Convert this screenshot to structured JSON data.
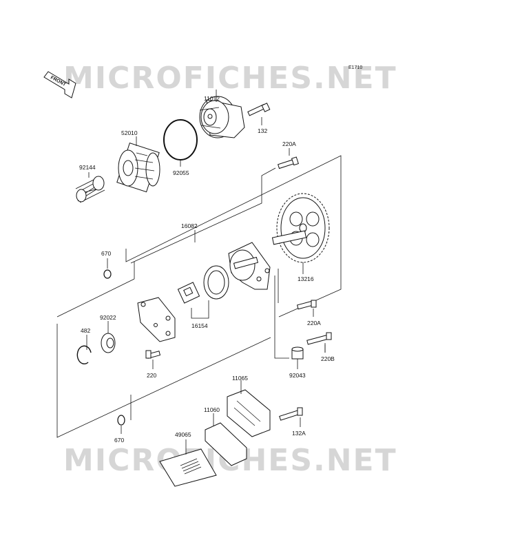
{
  "diagram_code": "E1710",
  "front_label": "FRONT",
  "watermark_text": "MICROFICHES.NET",
  "parts": [
    {
      "id": "11012"
    },
    {
      "id": "132"
    },
    {
      "id": "52010"
    },
    {
      "id": "92055"
    },
    {
      "id": "92144"
    },
    {
      "id": "220A"
    },
    {
      "id": "16082"
    },
    {
      "id": "670"
    },
    {
      "id": "13216"
    },
    {
      "id": "16154"
    },
    {
      "id": "92022"
    },
    {
      "id": "482"
    },
    {
      "id": "220"
    },
    {
      "id": "220A"
    },
    {
      "id": "220B"
    },
    {
      "id": "92043"
    },
    {
      "id": "11065"
    },
    {
      "id": "11060"
    },
    {
      "id": "132A"
    },
    {
      "id": "49065"
    },
    {
      "id": "670"
    }
  ]
}
